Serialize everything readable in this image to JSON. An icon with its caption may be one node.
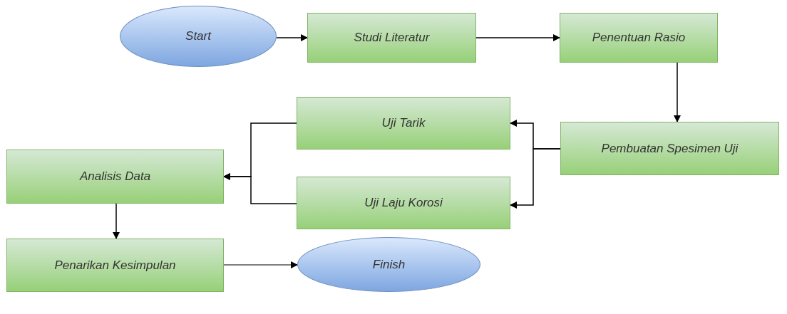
{
  "diagram": {
    "nodes": [
      {
        "text": [
          "Start"
        ]
      },
      {
        "text": [
          "Studi Literatur"
        ]
      },
      {
        "text": [
          "Penentuan Rasio"
        ]
      },
      {
        "text": [
          "Pembuatan Spesimen Uji"
        ]
      },
      {
        "text": [
          "Uji Tarik"
        ]
      },
      {
        "text": [
          "Uji Laju Korosi"
        ]
      },
      {
        "text": [
          "Analisis Data"
        ]
      },
      {
        "text": [
          "Penarikan Kesimpulan"
        ]
      },
      {
        "text": [
          "Finish"
        ]
      }
    ],
    "edges": [
      {
        "from": 0,
        "to": 1,
        "arrow": "to"
      },
      {
        "from": 1,
        "to": 2,
        "arrow": "to"
      },
      {
        "from": 2,
        "to": 3,
        "arrow": "to"
      },
      {
        "from": 3,
        "to": 4,
        "arrow": "to"
      },
      {
        "from": 3,
        "to": 5,
        "arrow": "to"
      },
      {
        "from": 4,
        "to": 6,
        "arrow": "to"
      },
      {
        "from": 5,
        "to": 6,
        "arrow": "to"
      },
      {
        "from": 6,
        "to": 7,
        "arrow": "to"
      },
      {
        "from": 7,
        "to": 8,
        "arrow": "to"
      }
    ]
  }
}
